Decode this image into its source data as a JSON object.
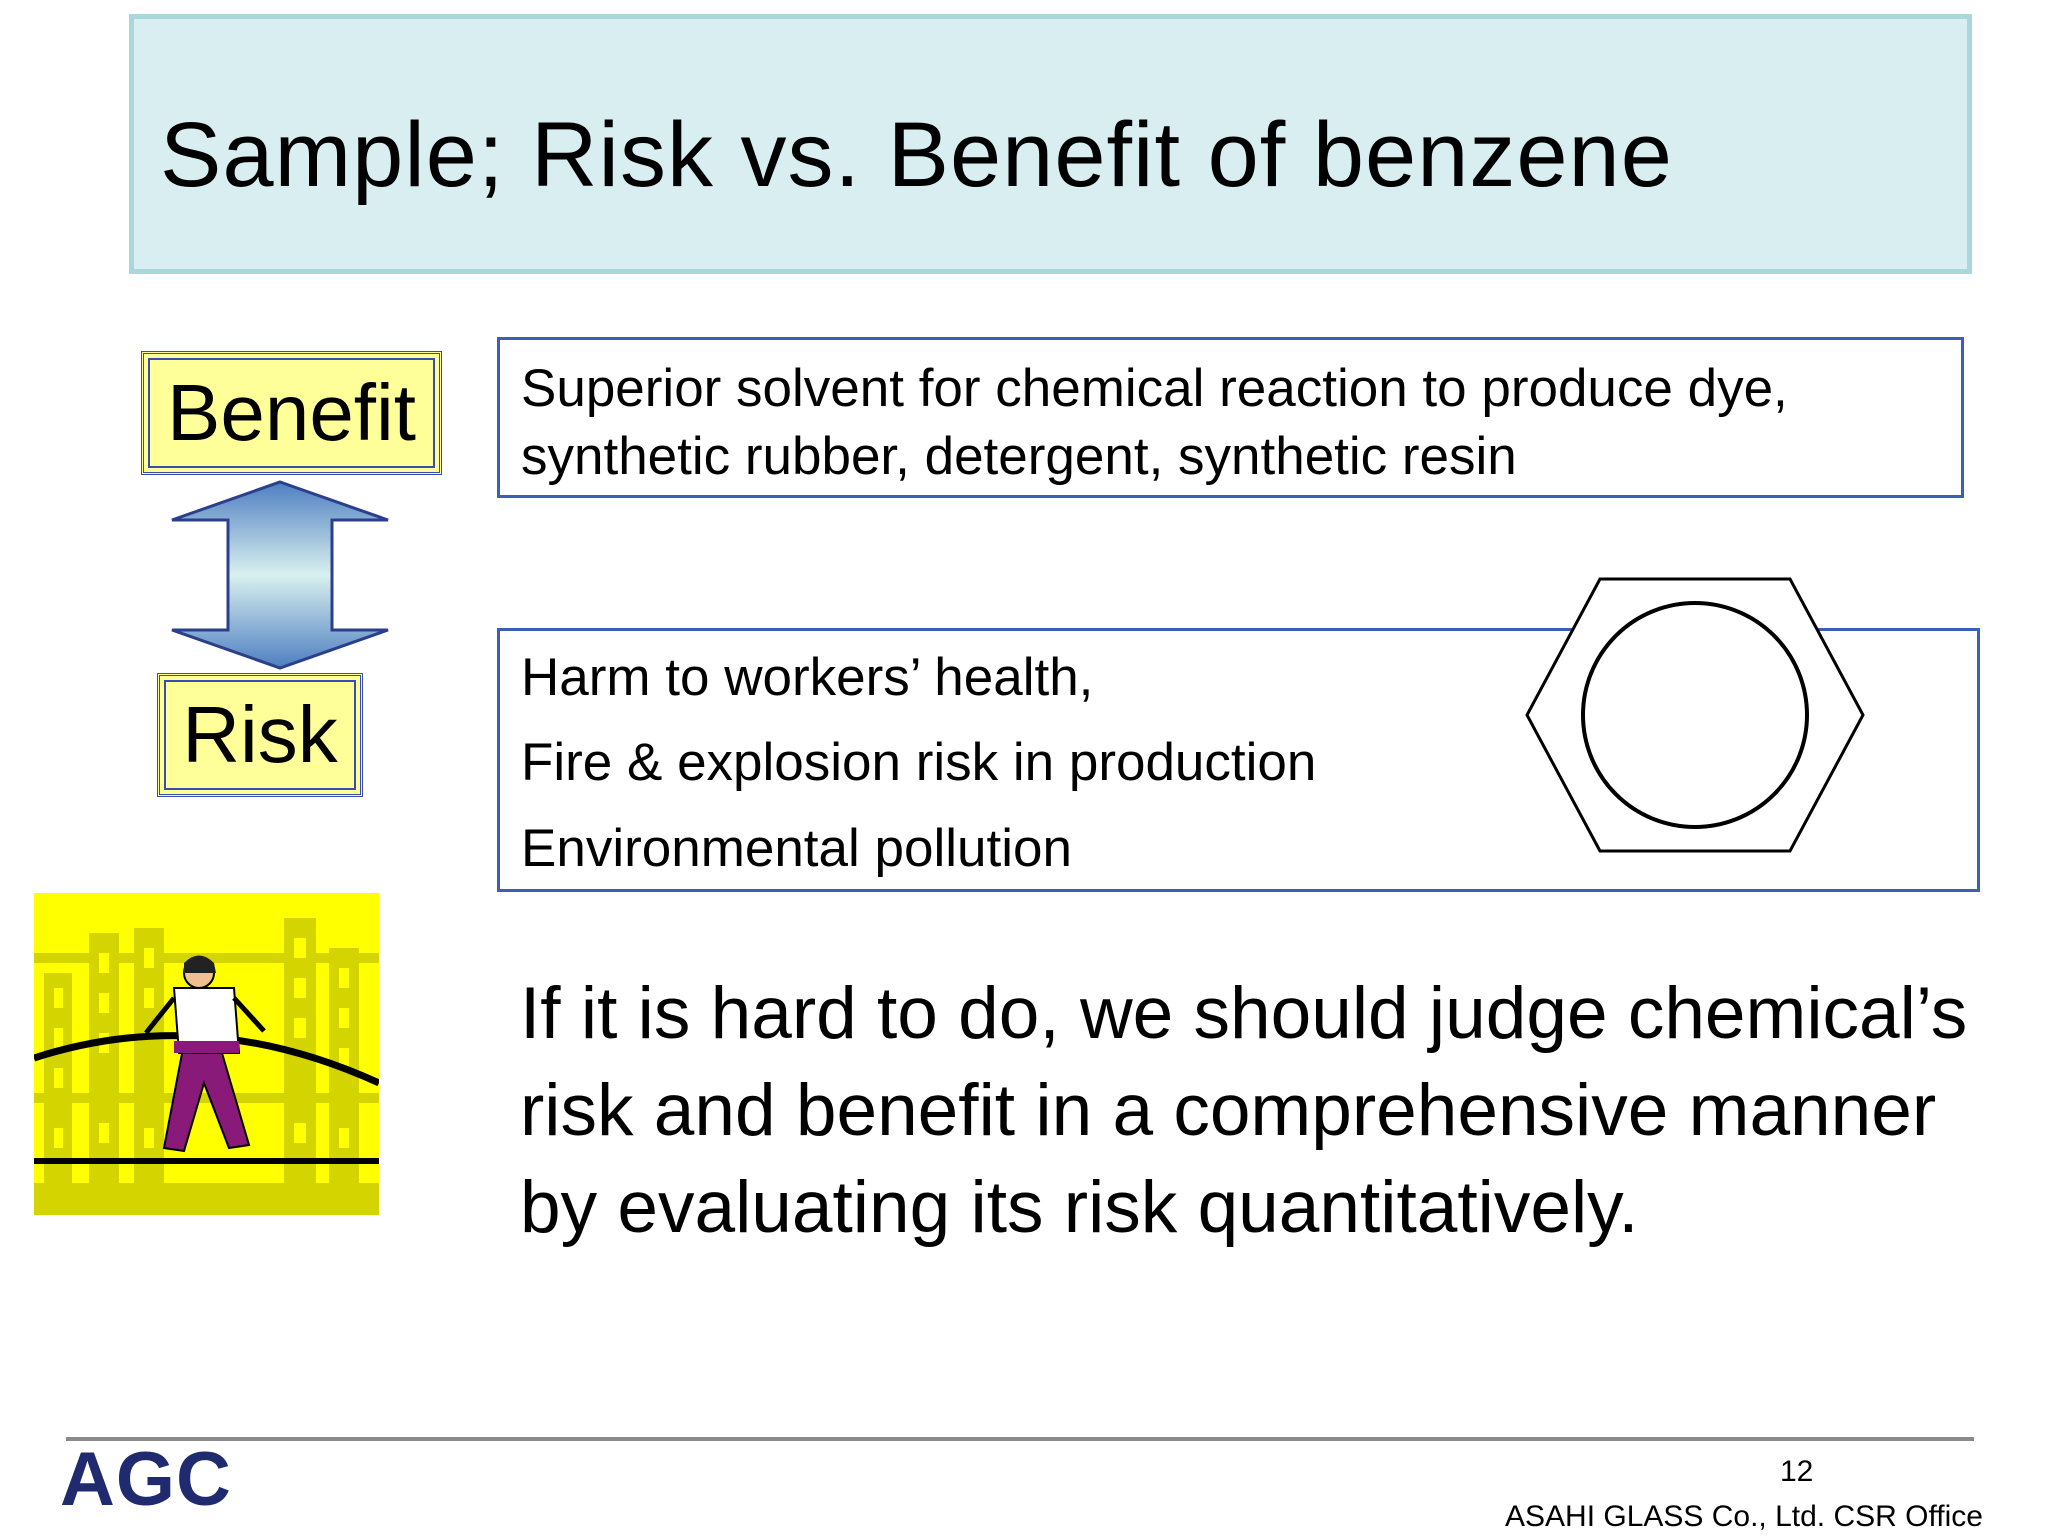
{
  "slide": {
    "title": "Sample;  Risk vs. Benefit of benzene",
    "benefit_label": "Benefit",
    "risk_label": "Risk",
    "benefit_lines": [
      "Superior solvent for chemical reaction to produce dye,",
      "synthetic rubber, detergent, synthetic resin"
    ],
    "risk_lines": [
      "Harm to workers’ health,",
      "Fire & explosion risk in production",
      "Environmental pollution"
    ],
    "statement": "If it is hard to do, we should judge chemical’s risk and benefit in a comprehensive manner by evaluating its risk quantitatively."
  },
  "footer": {
    "logo": "AGC",
    "page_number": "12",
    "company": "ASAHI GLASS Co., Ltd.   CSR Office"
  },
  "colors": {
    "title_bg": "#d8eef0",
    "label_bg": "#ffff99",
    "box_border": "#3a5fb4",
    "arrow_fill": "#8fc2e0",
    "clipart_yellow": "#ffff00",
    "logo_color": "#1f2b6e"
  }
}
